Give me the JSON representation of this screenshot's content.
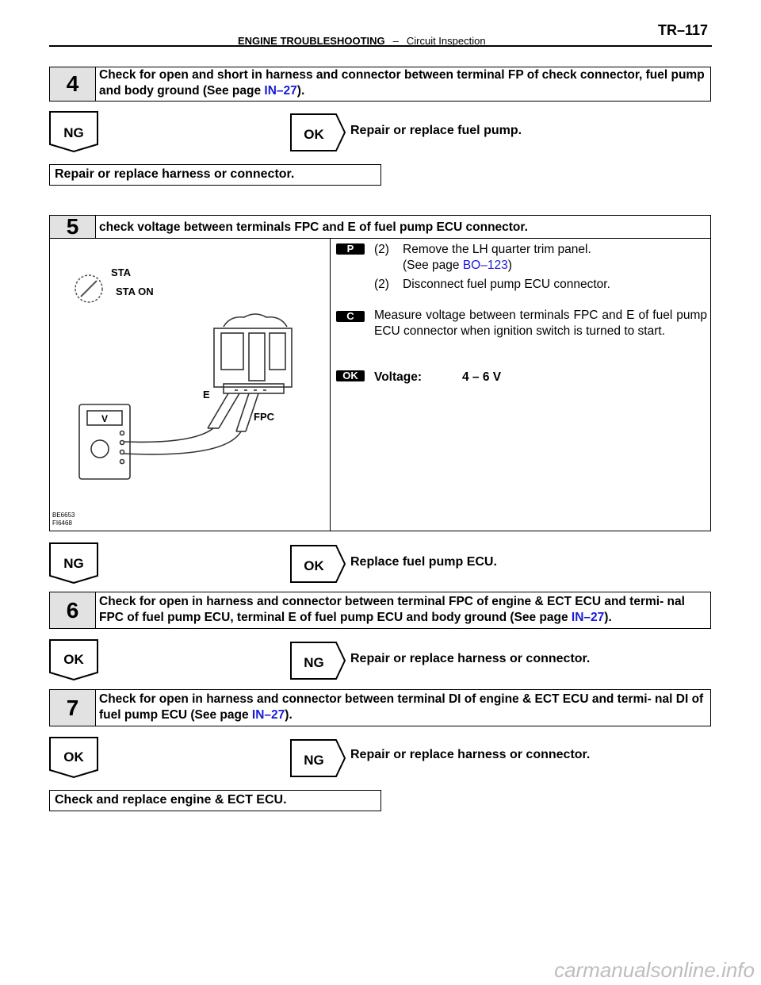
{
  "header": {
    "section": "ENGINE TROUBLESHOOTING",
    "separator": "–",
    "subsection": "Circuit Inspection",
    "page": "TR–117"
  },
  "step4": {
    "number": "4",
    "text_a": "Check for open and short in harness and connector between terminal FP of check connector, fuel pump and body ground (See page ",
    "link": "IN–27",
    "text_b": ").",
    "ng_label": "NG",
    "ok_label": "OK",
    "ok_result": "Repair or replace fuel pump.",
    "ng_result": "Repair or replace harness or connector."
  },
  "step5": {
    "number": "5",
    "text": "check voltage between terminals FPC and E of fuel pump ECU connector.",
    "tag_p": "P",
    "p1_num": "(2)",
    "p1_text": "Remove the LH quarter trim panel.",
    "p1_see": "(See page ",
    "p1_link": "BO–123",
    "p1_close": ")",
    "p2_num": "(2)",
    "p2_text": "Disconnect fuel pump ECU connector.",
    "tag_c": "C",
    "c_text": "Measure voltage between terminals FPC and E of fuel pump ECU connector when ignition switch is turned to start.",
    "tag_ok": "OK",
    "voltage_label": "Voltage:",
    "voltage_value": "4 – 6 V",
    "diagram": {
      "sta": "STA",
      "sta_on": "STA ON",
      "e": "E",
      "fpc": "FPC",
      "meter": "V",
      "code1": "BE6653",
      "code2": "FI6468"
    },
    "ng_label": "NG",
    "ok_label": "OK",
    "ok_result": "Replace fuel pump ECU."
  },
  "step6": {
    "number": "6",
    "text_a": "Check for open in harness and connector between terminal FPC of engine & ECT ECU and termi- nal FPC of fuel pump ECU, terminal E of fuel pump ECU and body ground (See page ",
    "link": "IN–27",
    "text_b": ").",
    "ok_label": "OK",
    "ng_label": "NG",
    "ng_result": "Repair or replace harness or connector."
  },
  "step7": {
    "number": "7",
    "text_a": "Check for open in harness and connector between terminal DI of engine & ECT ECU and termi- nal DI of fuel pump ECU (See page ",
    "link": "IN–27",
    "text_b": ").",
    "ok_label": "OK",
    "ng_label": "NG",
    "ng_result": "Repair or replace harness or connector.",
    "ok_result": "Check and replace engine & ECT ECU."
  },
  "footer": {
    "watermark": "carmanualsonline.info"
  }
}
